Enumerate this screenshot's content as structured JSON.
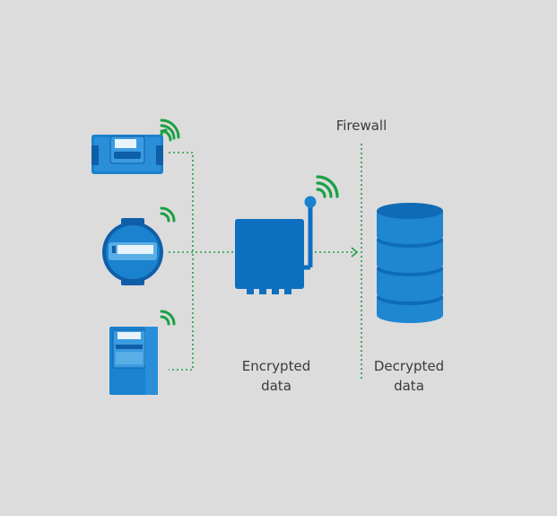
{
  "labels": {
    "firewall": "Firewall",
    "encrypted": [
      "Encrypted",
      "data"
    ],
    "decrypted": [
      "Decrypted",
      "data"
    ]
  },
  "colors": {
    "background": "#dcdcdc",
    "device_blue": "#1a82cf",
    "device_dark": "#0f5fa8",
    "gateway_blue": "#0d6fbf",
    "database_blue": "#1f86d1",
    "signal_green": "#1aa043",
    "connector_green": "#1aa043",
    "text": "#3a3a3a"
  },
  "icons": [
    "flow-meter-icon",
    "round-meter-icon",
    "box-meter-icon",
    "gateway-icon",
    "database-icon",
    "wifi-signal-icon",
    "arrow-right-icon"
  ]
}
